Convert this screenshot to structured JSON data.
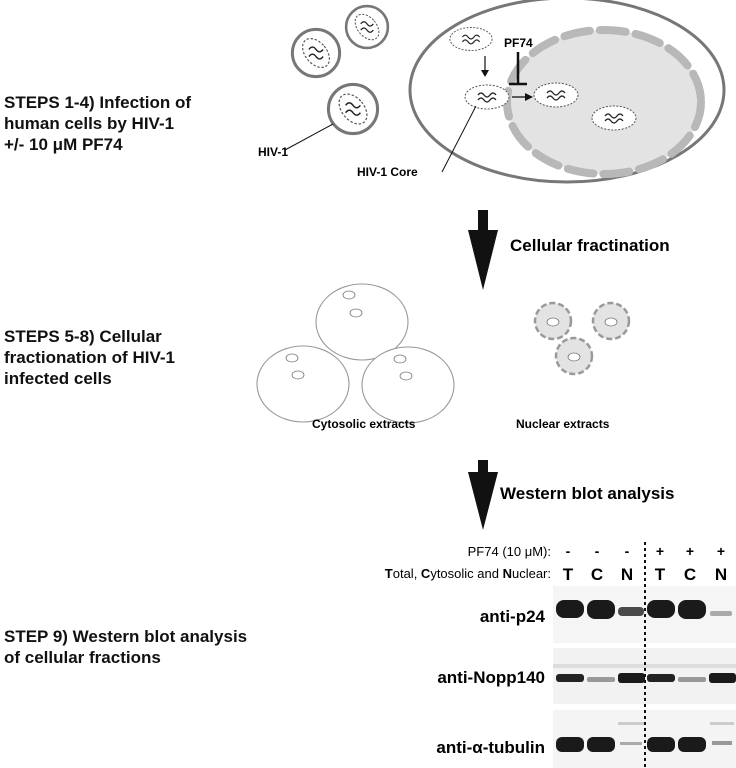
{
  "steps": {
    "s1": [
      "STEPS 1-4) Infection of",
      "human cells by HIV-1",
      "+/- 10 μM PF74"
    ],
    "s2": [
      "STEPS 5-8) Cellular",
      "fractionation of HIV-1",
      "infected cells"
    ],
    "s3": [
      "STEP 9) Western blot analysis",
      "of cellular fractions"
    ]
  },
  "labels": {
    "pf74": "PF74",
    "hiv1": "HIV-1",
    "core": "HIV-1 Core",
    "cyto": "Cytosolic extracts",
    "nuc": "Nuclear extracts"
  },
  "arrows": {
    "fractionation": "Cellular fractination",
    "western": "Western blot analysis"
  },
  "blot": {
    "pf74_row_label": "PF74 (10 μM):",
    "fraction_row_prefix": "T",
    "fraction_row_mid1": "otal, ",
    "fraction_row_c": "C",
    "fraction_row_mid2": "ytosolic and ",
    "fraction_row_n": "N",
    "fraction_row_end": "uclear:",
    "pf74_marks": [
      "-",
      "-",
      "-",
      "+",
      "+",
      "+"
    ],
    "lanes": [
      "T",
      "C",
      "N",
      "T",
      "C",
      "N"
    ],
    "antibodies": [
      "anti-p24",
      "anti-Nopp140",
      "anti-α-tubulin"
    ]
  }
}
